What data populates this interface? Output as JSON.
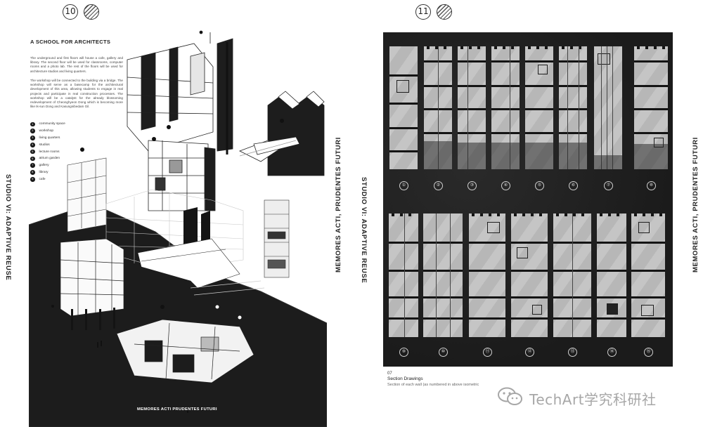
{
  "left_page": {
    "page_number": "10",
    "title": "A SCHOOL FOR ARCHITECTS",
    "paragraph_1": "The underground and first floors will house a cafe, gallery and library. The second floor will be used for classrooms, computer rooms and a photo lab. The rest of the floors will be used for architecture studios and living quarters.",
    "paragraph_2": "The workshop will be connected to the building via a bridge. The workshop will serve as a basecamp for the architectural development of this area, allowing students to engage in real projects and participate in real construction processes. The workshop will be a catalyst for the already blossoming redevelopment of Cheonghyeon Dong which is becoming more like Ik-sun Dong and Kasungnibedam Gil.",
    "legend": [
      {
        "num": "1",
        "label": "community space"
      },
      {
        "num": "2",
        "label": "workshop"
      },
      {
        "num": "3",
        "label": "living quarters"
      },
      {
        "num": "4",
        "label": "studios"
      },
      {
        "num": "5",
        "label": "lecture rooms"
      },
      {
        "num": "6",
        "label": "atrium garden"
      },
      {
        "num": "7",
        "label": "gallery"
      },
      {
        "num": "8",
        "label": "library"
      },
      {
        "num": "9",
        "label": "cafe"
      }
    ],
    "side_title": "STUDIO VI: ADAPTIVE REUSE",
    "side_motto": "MEMORES ACTI, PRUDENTES FUTURI",
    "footer": "MEMORES ACTI PRUDENTES FUTURI"
  },
  "right_page": {
    "page_number": "11",
    "side_title": "STUDIO VI: ADAPTIVE REUSE",
    "side_motto": "MEMORES ACTI, PRUDENTES FUTURI",
    "row1_labels": [
      "①",
      "②",
      "③",
      "④",
      "⑤",
      "⑥",
      "⑦",
      "⑧"
    ],
    "row2_labels": [
      "⑨",
      "⑩",
      "⑪",
      "⑫",
      "⑬",
      "⑭",
      "⑮"
    ],
    "caption_number": "07",
    "caption_title": "Section Drawings",
    "caption_text": "Section of each wall (as numbered in above isometric"
  },
  "watermark": {
    "icon": "wechat-icon",
    "text": "TechArt学究科研社"
  },
  "colors": {
    "panel": "#1e1e1e",
    "elevation": "#bdbdbd",
    "ink": "#141414"
  }
}
